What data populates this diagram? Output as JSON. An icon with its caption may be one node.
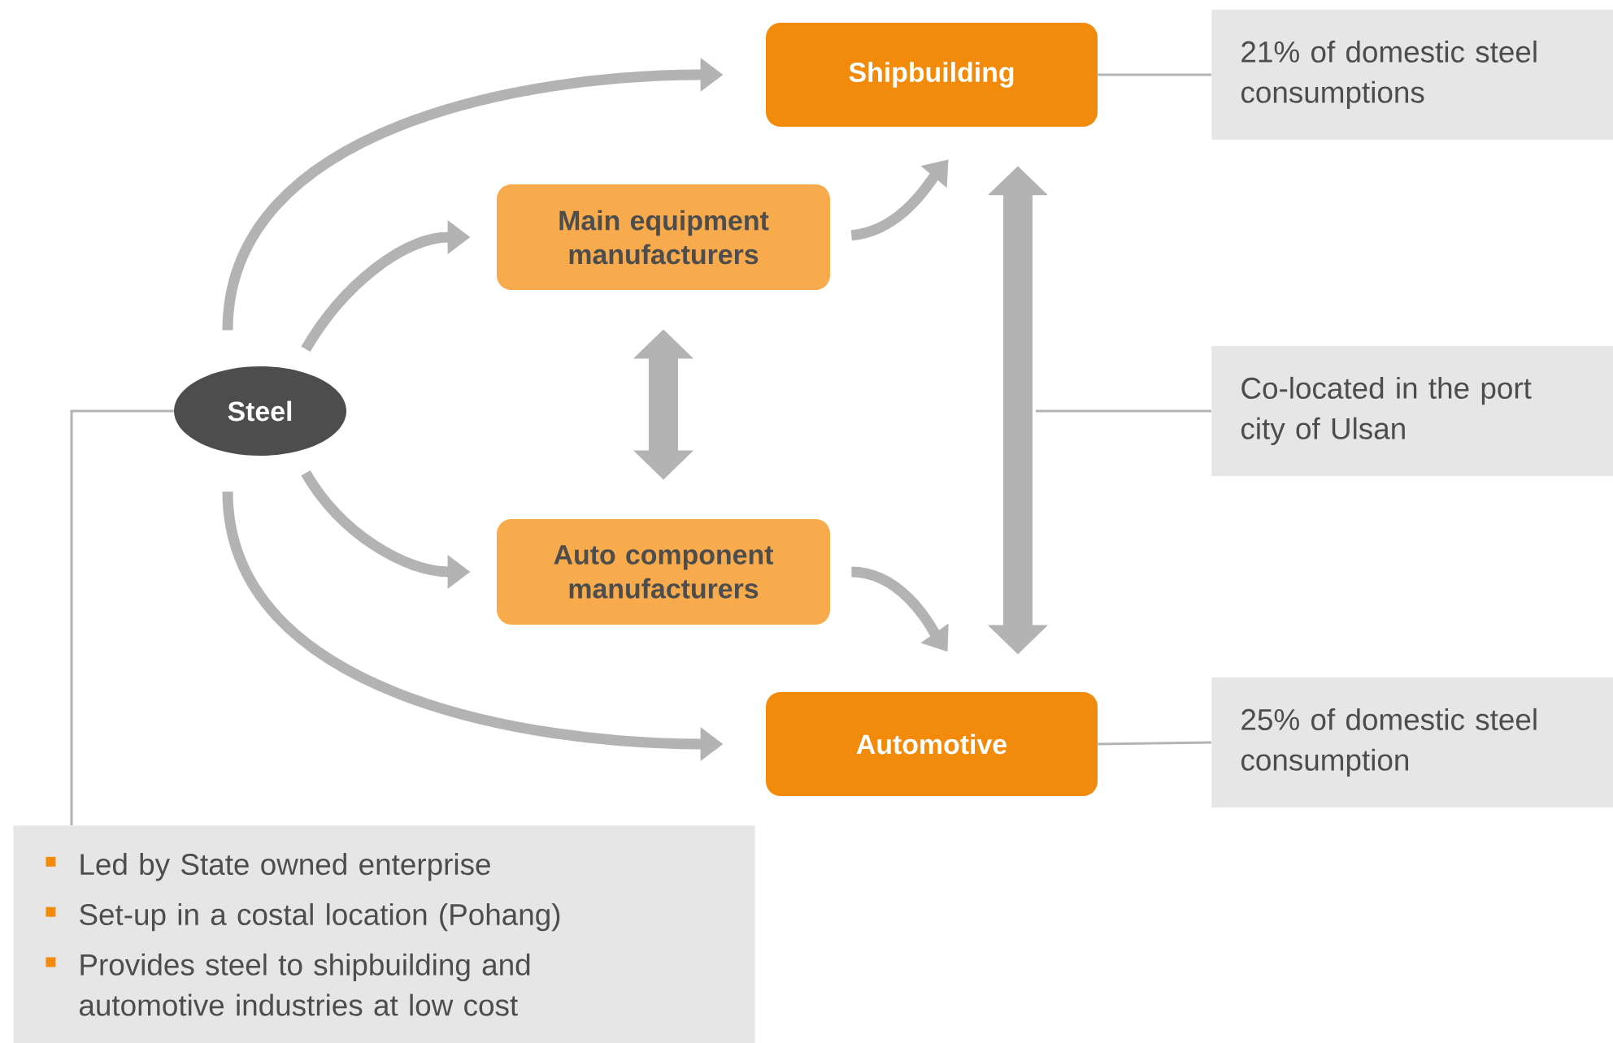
{
  "diagram": {
    "nodes": [
      {
        "text": [
          "Steel"
        ]
      },
      {
        "text": [
          "Shipbuilding"
        ]
      },
      {
        "text": [
          "Main equipment manufacturers"
        ]
      },
      {
        "text": [
          "Auto component manufacturers"
        ]
      },
      {
        "text": [
          "Automotive"
        ]
      },
      {
        "text": [
          "21% of domestic steel consumptions"
        ]
      },
      {
        "text": [
          "Co-located in the port city of Ulsan"
        ]
      },
      {
        "text": [
          "25% of domestic steel consumption"
        ]
      },
      {
        "text": [
          "Led by State owned enterprise",
          "Set-up in a costal location (Pohang)",
          "Provides steel to shipbuilding and automotive industries at low cost"
        ]
      }
    ],
    "edges": [
      {
        "from": 0,
        "to": 1,
        "arrow": "to"
      },
      {
        "from": 0,
        "to": 2,
        "arrow": "to"
      },
      {
        "from": 0,
        "to": 3,
        "arrow": "to"
      },
      {
        "from": 0,
        "to": 4,
        "arrow": "to"
      },
      {
        "from": 2,
        "to": 1,
        "arrow": "to"
      },
      {
        "from": 3,
        "to": 4,
        "arrow": "to"
      },
      {
        "from": 2,
        "to": 3,
        "arrow": "both",
        "style": "thick"
      },
      {
        "from": 1,
        "to": 4,
        "arrow": "both",
        "style": "thick"
      },
      {
        "from": 1,
        "to": 5,
        "arrow": "none"
      },
      {
        "from": 6,
        "to": null,
        "arrow": "none"
      },
      {
        "from": 4,
        "to": 7,
        "arrow": "none"
      },
      {
        "from": 0,
        "to": 8,
        "arrow": "none"
      }
    ]
  }
}
